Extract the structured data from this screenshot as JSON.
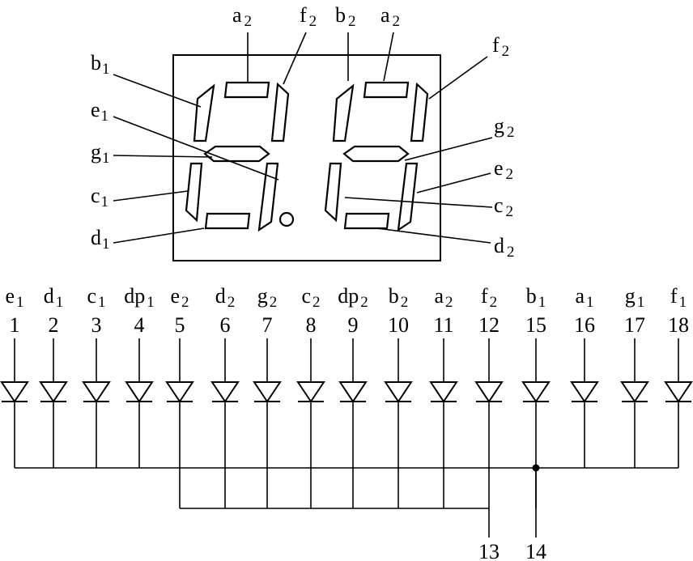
{
  "display_labels": {
    "a2_left": [
      "a",
      "2"
    ],
    "f2_left": [
      "f",
      "2"
    ],
    "b2_top": [
      "b",
      "2"
    ],
    "a2_right": [
      "a",
      "2"
    ],
    "f2_right": [
      "f",
      "2"
    ],
    "b1": [
      "b",
      "1"
    ],
    "e1": [
      "e",
      "1"
    ],
    "g1": [
      "g",
      "1"
    ],
    "c1": [
      "c",
      "1"
    ],
    "d1": [
      "d",
      "1"
    ],
    "g2": [
      "g",
      "2"
    ],
    "e2": [
      "e",
      "2"
    ],
    "c2": [
      "c",
      "2"
    ],
    "d2": [
      "d",
      "2"
    ]
  },
  "pins": [
    {
      "seg": [
        "e",
        "1"
      ],
      "num": "1"
    },
    {
      "seg": [
        "d",
        "1"
      ],
      "num": "2"
    },
    {
      "seg": [
        "c",
        "1"
      ],
      "num": "3"
    },
    {
      "seg": [
        "dp",
        "1"
      ],
      "num": "4"
    },
    {
      "seg": [
        "e",
        "2"
      ],
      "num": "5"
    },
    {
      "seg": [
        "d",
        "2"
      ],
      "num": "6"
    },
    {
      "seg": [
        "g",
        "2"
      ],
      "num": "7"
    },
    {
      "seg": [
        "c",
        "2"
      ],
      "num": "8"
    },
    {
      "seg": [
        "dp",
        "2"
      ],
      "num": "9"
    },
    {
      "seg": [
        "b",
        "2"
      ],
      "num": "10"
    },
    {
      "seg": [
        "a",
        "2"
      ],
      "num": "11"
    },
    {
      "seg": [
        "f",
        "2"
      ],
      "num": "12"
    },
    {
      "seg": [
        "b",
        "1"
      ],
      "num": "15"
    },
    {
      "seg": [
        "a",
        "1"
      ],
      "num": "16"
    },
    {
      "seg": [
        "g",
        "1"
      ],
      "num": "17"
    },
    {
      "seg": [
        "f",
        "1"
      ],
      "num": "18"
    }
  ],
  "common_pins": [
    "13",
    "14"
  ]
}
